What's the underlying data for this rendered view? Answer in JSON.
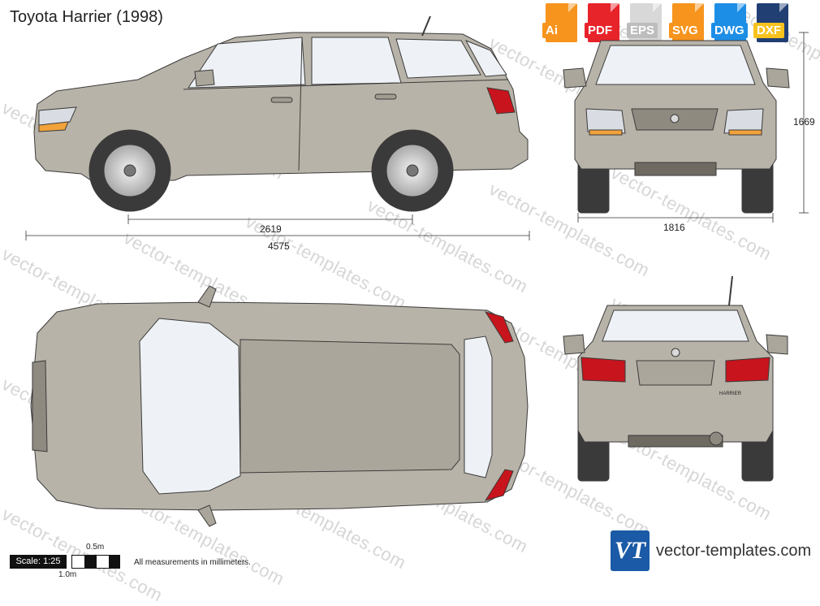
{
  "title": "Toyota Harrier (1998)",
  "watermark": "vector-templates.com",
  "formats": [
    {
      "label": "Ai",
      "color": "#f7941d"
    },
    {
      "label": "PDF",
      "color": "#e8242b"
    },
    {
      "label": "EPS",
      "color": "#cfcfcf"
    },
    {
      "label": "SVG",
      "color": "#f7941d"
    },
    {
      "label": "DWG",
      "color": "#1d8ee6"
    },
    {
      "label": "DXF",
      "color": "#213f73"
    }
  ],
  "dimensions": {
    "wheelbase": "2619",
    "length": "4575",
    "width": "1816",
    "height": "1669"
  },
  "scale": {
    "label": "Scale: 1:25",
    "half_meter": "0.5m",
    "one_meter": "1.0m"
  },
  "note": "All measurements in millimeters.",
  "brand": {
    "logo_text": "VT",
    "site": "vector-templates.com",
    "model_badge": "HARRIER"
  },
  "colors": {
    "body": "#b8b3a8",
    "body_dark": "#8f8a80",
    "glass": "#eef2f6",
    "tyre": "#3a3a3a",
    "taillight": "#c8141c",
    "indicator": "#f2a23a"
  }
}
